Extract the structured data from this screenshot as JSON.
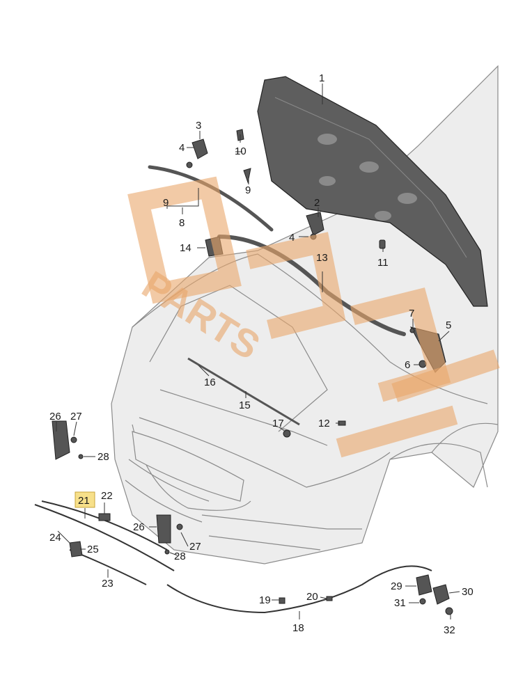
{
  "diagram": {
    "callouts": [
      "1",
      "2",
      "3",
      "4",
      "4",
      "5",
      "6",
      "7",
      "8",
      "9",
      "9",
      "10",
      "11",
      "12",
      "13",
      "14",
      "15",
      "16",
      "17",
      "18",
      "19",
      "20",
      "21",
      "22",
      "23",
      "24",
      "25",
      "26",
      "26",
      "27",
      "27",
      "28",
      "28",
      "29",
      "30",
      "31",
      "32"
    ],
    "highlighted_callout": "21",
    "highlight_color": "#f7e08a",
    "watermark_color": "#e9a66a",
    "watermark_text": "PARTS"
  }
}
